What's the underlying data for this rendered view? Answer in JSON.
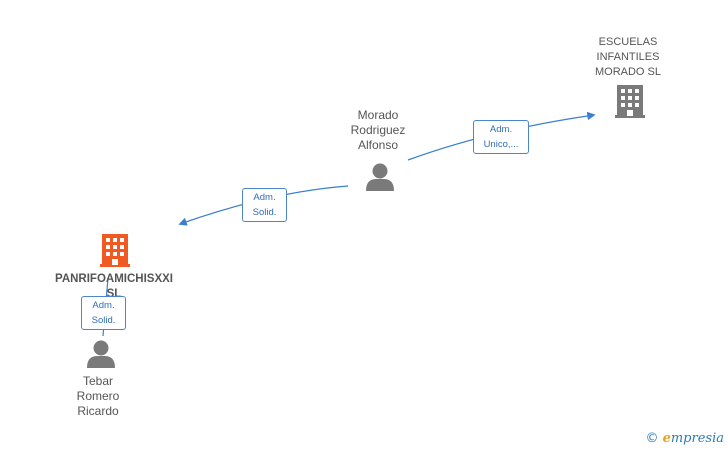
{
  "nodes": {
    "escuelas": {
      "label": "ESCUELAS\nINFANTILES\nMORADO SL",
      "icon": "building-icon",
      "color": "#7a7a7a"
    },
    "morado": {
      "label": "Morado\nRodriguez\nAlfonso",
      "icon": "person-icon",
      "color": "#7a7a7a"
    },
    "panrifo": {
      "label": "PANRIFOAMICHISXXI\nSL",
      "icon": "building-icon",
      "color": "#f05a22"
    },
    "tebar": {
      "label": "Tebar\nRomero\nRicardo",
      "icon": "person-icon",
      "color": "#7a7a7a"
    }
  },
  "edges": {
    "morado_to_escuelas": "Adm.\nUnico,...",
    "morado_to_panrifo": "Adm.\nSolid.",
    "tebar_to_panrifo": "Adm.\nSolid."
  },
  "watermark": {
    "copyright": "©",
    "brand_initial": "e",
    "brand_rest": "mpresia"
  },
  "colors": {
    "edge": "#3a7fd0",
    "accent": "#f05a22"
  }
}
